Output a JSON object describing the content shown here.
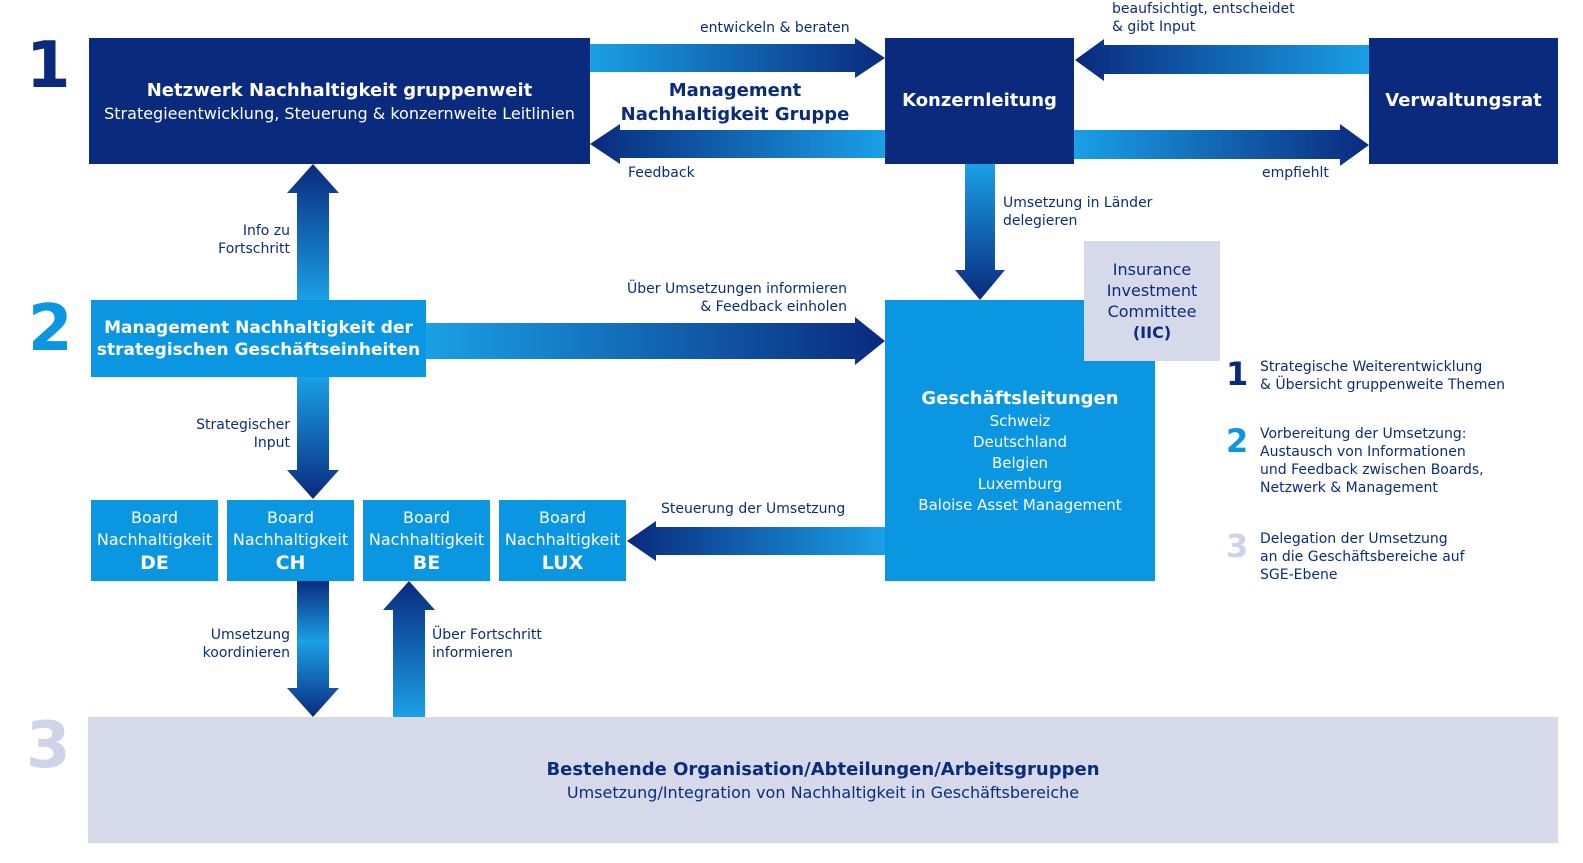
{
  "colors": {
    "dark_blue": "#0a2a7d",
    "light_blue": "#0a96e0",
    "grey": "#d6d9ea",
    "level1": "#0a2a7d",
    "level2": "#0a96e0",
    "level3": "#cfd3e8"
  },
  "levels": {
    "one": "1",
    "two": "2",
    "three": "3"
  },
  "boxes": {
    "netzwerk": {
      "title": "Netzwerk Nachhaltigkeit gruppenweit",
      "subtitle": "Strategieentwicklung, Steuerung & konzernweite Leitlinien"
    },
    "konzernleitung": {
      "title": "Konzernleitung"
    },
    "verwaltungsrat": {
      "title": "Verwaltungsrat"
    },
    "mgmt_sge": {
      "line1": "Management Nachhaltigkeit der",
      "line2": "strategischen Geschäftseinheiten"
    },
    "geschaeftsleitungen": {
      "title": "Geschäftsleitungen",
      "items": [
        "Schweiz",
        "Deutschland",
        "Belgien",
        "Luxemburg",
        "Baloise Asset Management"
      ]
    },
    "iic": {
      "line1": "Insurance",
      "line2": "Investment",
      "line3": "Committee",
      "line4": "(IIC)"
    },
    "boards": [
      {
        "line1": "Board",
        "line2": "Nachhaltigkeit",
        "code": "DE"
      },
      {
        "line1": "Board",
        "line2": "Nachhaltigkeit",
        "code": "CH"
      },
      {
        "line1": "Board",
        "line2": "Nachhaltigkeit",
        "code": "BE"
      },
      {
        "line1": "Board",
        "line2": "Nachhaltigkeit",
        "code": "LUX"
      }
    ],
    "bestehende": {
      "title": "Bestehende Organisation/Abteilungen/Arbeitsgruppen",
      "subtitle": "Umsetzung/Integration von Nachhaltigkeit in Geschäftsbereiche"
    }
  },
  "labels": {
    "entwickeln": "entwickeln & beraten",
    "mgmt_gruppe_1": "Management",
    "mgmt_gruppe_2": "Nachhaltigkeit Gruppe",
    "feedback": "Feedback",
    "beaufsichtigt_1": "beaufsichtigt, entscheidet",
    "beaufsichtigt_2": "& gibt Input",
    "empfiehlt": "empfiehlt",
    "umsetzung_laender_1": "Umsetzung in Länder",
    "umsetzung_laender_2": "delegieren",
    "info_fortschritt_1": "Info zu",
    "info_fortschritt_2": "Fortschritt",
    "ueber_umsetzungen_1": "Über Umsetzungen informieren",
    "ueber_umsetzungen_2": "& Feedback einholen",
    "strategischer_1": "Strategischer",
    "strategischer_2": "Input",
    "steuerung": "Steuerung der Umsetzung",
    "umsetzung_koord_1": "Umsetzung",
    "umsetzung_koord_2": "koordinieren",
    "ueber_fortschritt_1": "Über Fortschritt",
    "ueber_fortschritt_2": "informieren"
  },
  "legend": [
    {
      "num": "1",
      "lines": [
        "Strategische Weiterentwicklung",
        "& Übersicht gruppenweite Themen"
      ]
    },
    {
      "num": "2",
      "lines": [
        "Vorbereitung der Umsetzung:",
        "Austausch von Informationen",
        "und Feedback zwischen Boards,",
        "Netzwerk & Management"
      ]
    },
    {
      "num": "3",
      "lines": [
        "Delegation der Umsetzung",
        "an die Geschäftsbereiche auf",
        "SGE-Ebene"
      ]
    }
  ]
}
